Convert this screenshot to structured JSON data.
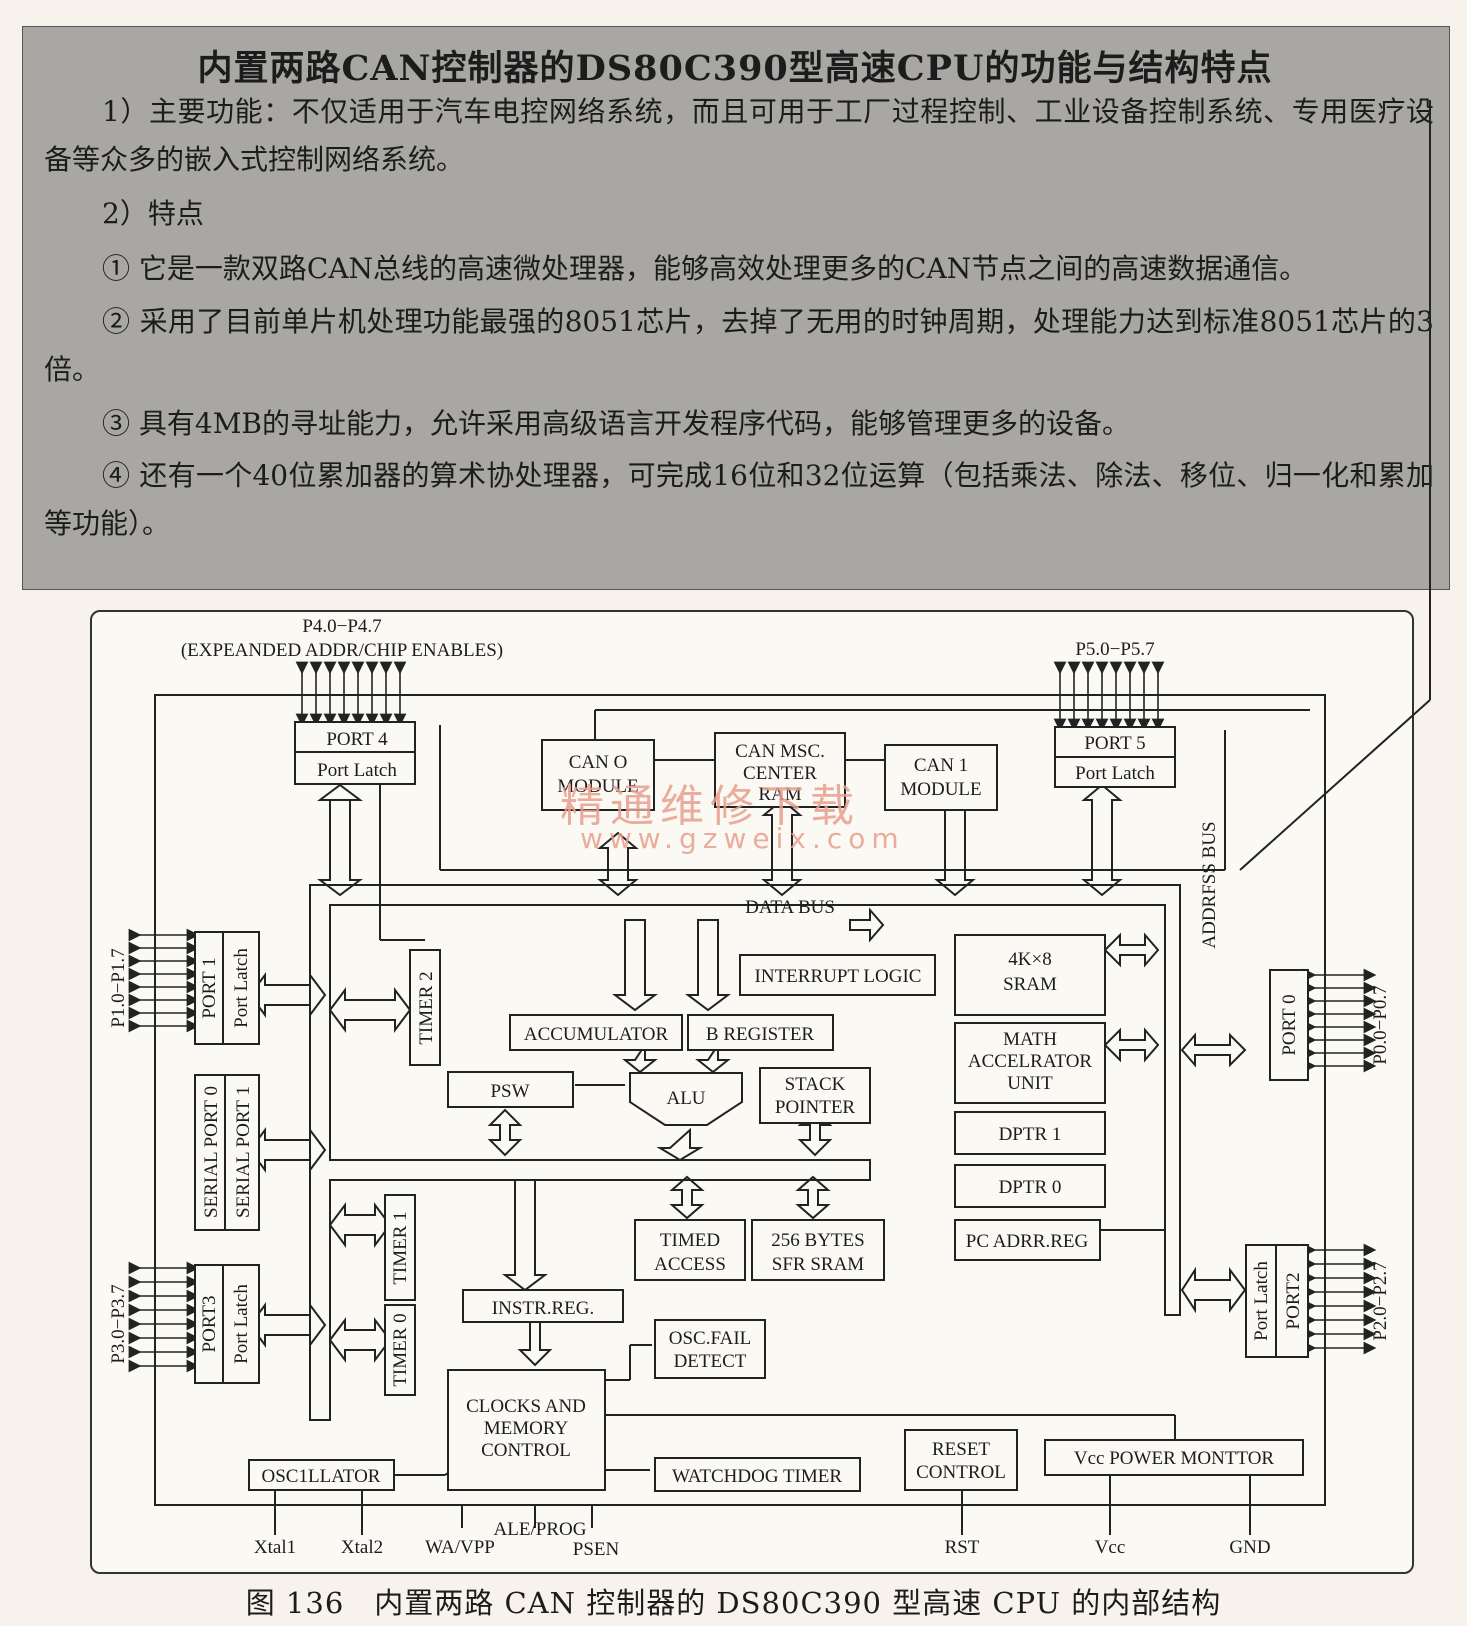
{
  "text_box": {
    "title": "内置两路CAN控制器的DS80C390型高速CPU的功能与结构特点",
    "p1": "1）主要功能：不仅适用于汽车电控网络系统，而且可用于工厂过程控制、工业设备控制系统、专用医疗设备等众多的嵌入式控制网络系统。",
    "p2": "2）特点",
    "p3": "① 它是一款双路CAN总线的高速微处理器，能够高效处理更多的CAN节点之间的高速数据通信。",
    "p4": "② 采用了目前单片机处理功能最强的8051芯片，去掉了无用的时钟周期，处理能力达到标准8051芯片的3倍。",
    "p5": "③ 具有4MB的寻址能力，允许采用高级语言开发程序代码，能够管理更多的设备。",
    "p6": "④ 还有一个40位累加器的算术协处理器，可完成16位和32位运算（包括乘法、除法、移位、归一化和累加等功能）。"
  },
  "diagram": {
    "p4_label": "P4.0−P4.7",
    "p4_note": "(EXPEANDED ADDR/CHIP ENABLES)",
    "p5_label": "P5.0−P5.7",
    "port4": "PORT 4",
    "port4_latch": "Port Latch",
    "can0_l1": "CAN O",
    "can0_l2": "MODULE",
    "canmsc_l1": "CAN MSC.",
    "canmsc_l2": "CENTER",
    "canmsc_l3": "RAM",
    "can1_l1": "CAN 1",
    "can1_l2": "MODULE",
    "port5": "PORT 5",
    "port5_latch": "Port Latch",
    "address_bus": "ADDRFSS BUS",
    "data_bus": "DATA BUS",
    "interrupt": "INTERRUPT LOGIC",
    "sram_l1": "4K×8",
    "sram_l2": "SRAM",
    "math_l1": "MATH",
    "math_l2": "ACCELRATOR",
    "math_l3": "UNIT",
    "dptr1": "DPTR 1",
    "dptr0": "DPTR 0",
    "pc": "PC ADRR.REG",
    "accumulator": "ACCUMULATOR",
    "b_register": "B REGISTER",
    "psw": "PSW",
    "alu": "ALU",
    "stack_l1": "STACK",
    "stack_l2": "POINTER",
    "timed_l1": "TIMED",
    "timed_l2": "ACCESS",
    "sfr_l1": "256 BYTES",
    "sfr_l2": "SFR SRAM",
    "instr": "INSTR.REG.",
    "osc_fail_l1": "OSC.FAIL",
    "osc_fail_l2": "DETECT",
    "clocks_l1": "CLOCKS AND",
    "clocks_l2": "MEMORY",
    "clocks_l3": "CONTROL",
    "watchdog": "WATCHDOG TIMER",
    "oscillator": "OSC1LLATOR",
    "reset_l1": "RESET",
    "reset_l2": "CONTROL",
    "vcc_monitor": "Vcc  POWER MONTTOR",
    "port1": "PORT 1",
    "port_latch": "Port Latch",
    "p1_label": "P1.0−P1.7",
    "serial0": "SERIAL PORT 0",
    "serial1": "SERIAL PORT 1",
    "port3": "PORT3",
    "p3_label": "P3.0−P3.7",
    "timer2": "TIMER 2",
    "timer1": "TIMER 1",
    "timer0": "TIMER 0",
    "port0": "PORT 0",
    "p0_label": "P0.0−P0.7",
    "port2": "PORT2",
    "p2_label": "P2.0−P2.7",
    "xtal1": "Xtal1",
    "xtal2": "Xtal2",
    "wa_vpp": "WA/VPP",
    "ale_prog": "ALE/PROG",
    "psen": "PSEN",
    "rst": "RST",
    "vcc": "Vcc",
    "gnd": "GND"
  },
  "watermark": {
    "cn": "精通维修下载",
    "url": "www.gzweix.com"
  },
  "caption": "图 136　内置两路 CAN 控制器的 DS80C390 型高速 CPU 的内部结构"
}
